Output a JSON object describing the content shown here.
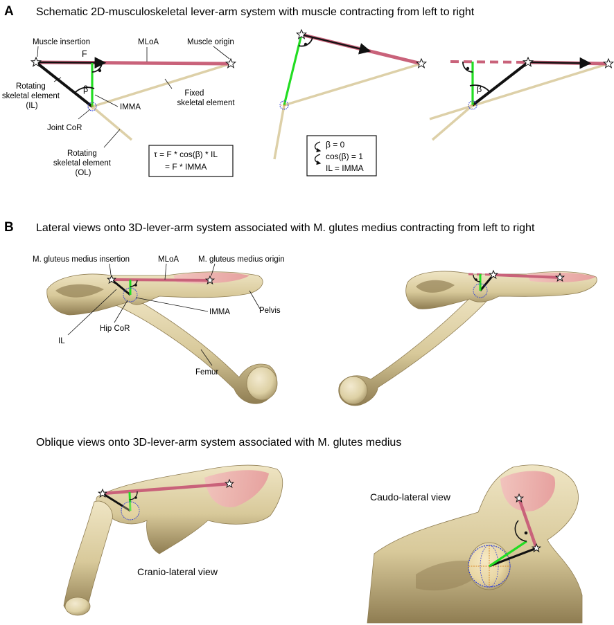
{
  "panel_a": {
    "letter": "A",
    "title": "Schematic 2D-musculoskeletal lever-arm system with muscle contracting from left to right",
    "labels": {
      "muscle_insertion": "Muscle insertion",
      "force": "F",
      "mloa": "MLoA",
      "muscle_origin": "Muscle origin",
      "rotating_il_1": "Rotating",
      "rotating_il_2": "skeletal element",
      "rotating_il_3": "(IL)",
      "beta": "β",
      "imma": "IMMA",
      "fixed_1": "Fixed",
      "fixed_2": "skeletal element",
      "joint_cor": "Joint CoR",
      "rotating_ol_1": "Rotating",
      "rotating_ol_2": "skeletal element",
      "rotating_ol_3": "(OL)",
      "beta_right": "β"
    },
    "equation_box": {
      "line1": "τ = F * cos(β) * IL",
      "line2": "= F * IMMA"
    },
    "condition_box": {
      "line1": "β = 0",
      "line2": "cos(β) = 1",
      "line3": "IL = IMMA"
    }
  },
  "panel_b": {
    "letter": "B",
    "title": "Lateral views onto 3D-lever-arm system associated with M. glutes medius contracting from left to right",
    "labels": {
      "insertion": "M. gluteus medius insertion",
      "mloa": "MLoA",
      "origin": "M. gluteus medius origin",
      "imma": "IMMA",
      "pelvis": "Pelvis",
      "hip_cor": "Hip CoR",
      "il": "IL",
      "femur": "Femur"
    },
    "oblique_title": "Oblique views onto 3D-lever-arm system associated with M. glutes medius",
    "cranio_lateral": "Cranio-lateral view",
    "caudo_lateral": "Caudo-lateral view"
  },
  "colors": {
    "muscle": "#c9627a",
    "imma": "#22dd22",
    "lever": "#111111",
    "bone": "#d9c99a",
    "bone_dark": "#a8966a",
    "muscle_area": "#e6a4a4",
    "cor": "#2a3cd8"
  }
}
